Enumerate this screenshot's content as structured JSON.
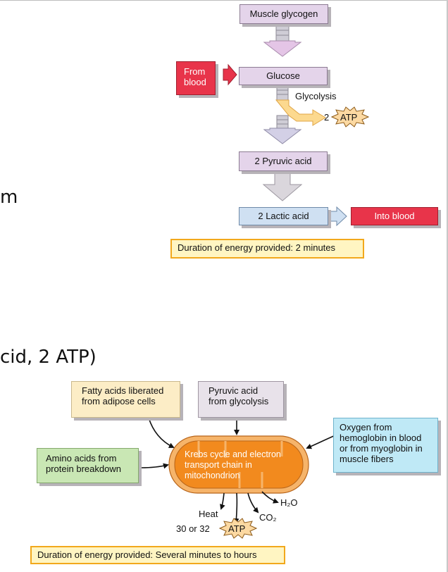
{
  "slide_fragments": {
    "line_m": "m",
    "line_acid": "cid, 2 ATP)"
  },
  "anaerobic": {
    "muscle_glycogen": "Muscle glycogen",
    "from_blood": "From blood",
    "glucose": "Glucose",
    "glycolysis": "Glycolysis",
    "atp_count": "2",
    "atp_label": "ATP",
    "pyruvic_acid": "2 Pyruvic acid",
    "lactic_acid": "2 Lactic acid",
    "into_blood": "Into blood",
    "duration": "Duration of energy provided: 2 minutes"
  },
  "aerobic": {
    "fatty_acids": "Fatty acids liberated from adipose cells",
    "pyruvic_glycolysis": "Pyruvic acid from glycolysis",
    "oxygen": "Oxygen from hemoglobin in blood or from myoglobin in muscle fibers",
    "amino_acids": "Amino acids from protein breakdown",
    "mitochondrion_line1": "Krebs cycle and electron",
    "mitochondrion_line2": "transport chain in",
    "mitochondrion_line3": "mitochondrion",
    "heat": "Heat",
    "h2o": "H₂O",
    "co2": "CO₂",
    "atp_count": "30 or 32",
    "atp_label": "ATP",
    "duration": "Duration of energy provided: Several minutes to hours"
  },
  "colors": {
    "lavender": "#e4d4ea",
    "red": "#e8344a",
    "blue": "#cfe0f2",
    "yellow_border": "#f2a81c",
    "cream": "#fcedc6",
    "green": "#c9e7b4",
    "cyan": "#bfe9f6",
    "mitochondrion": "#f28a1e"
  }
}
